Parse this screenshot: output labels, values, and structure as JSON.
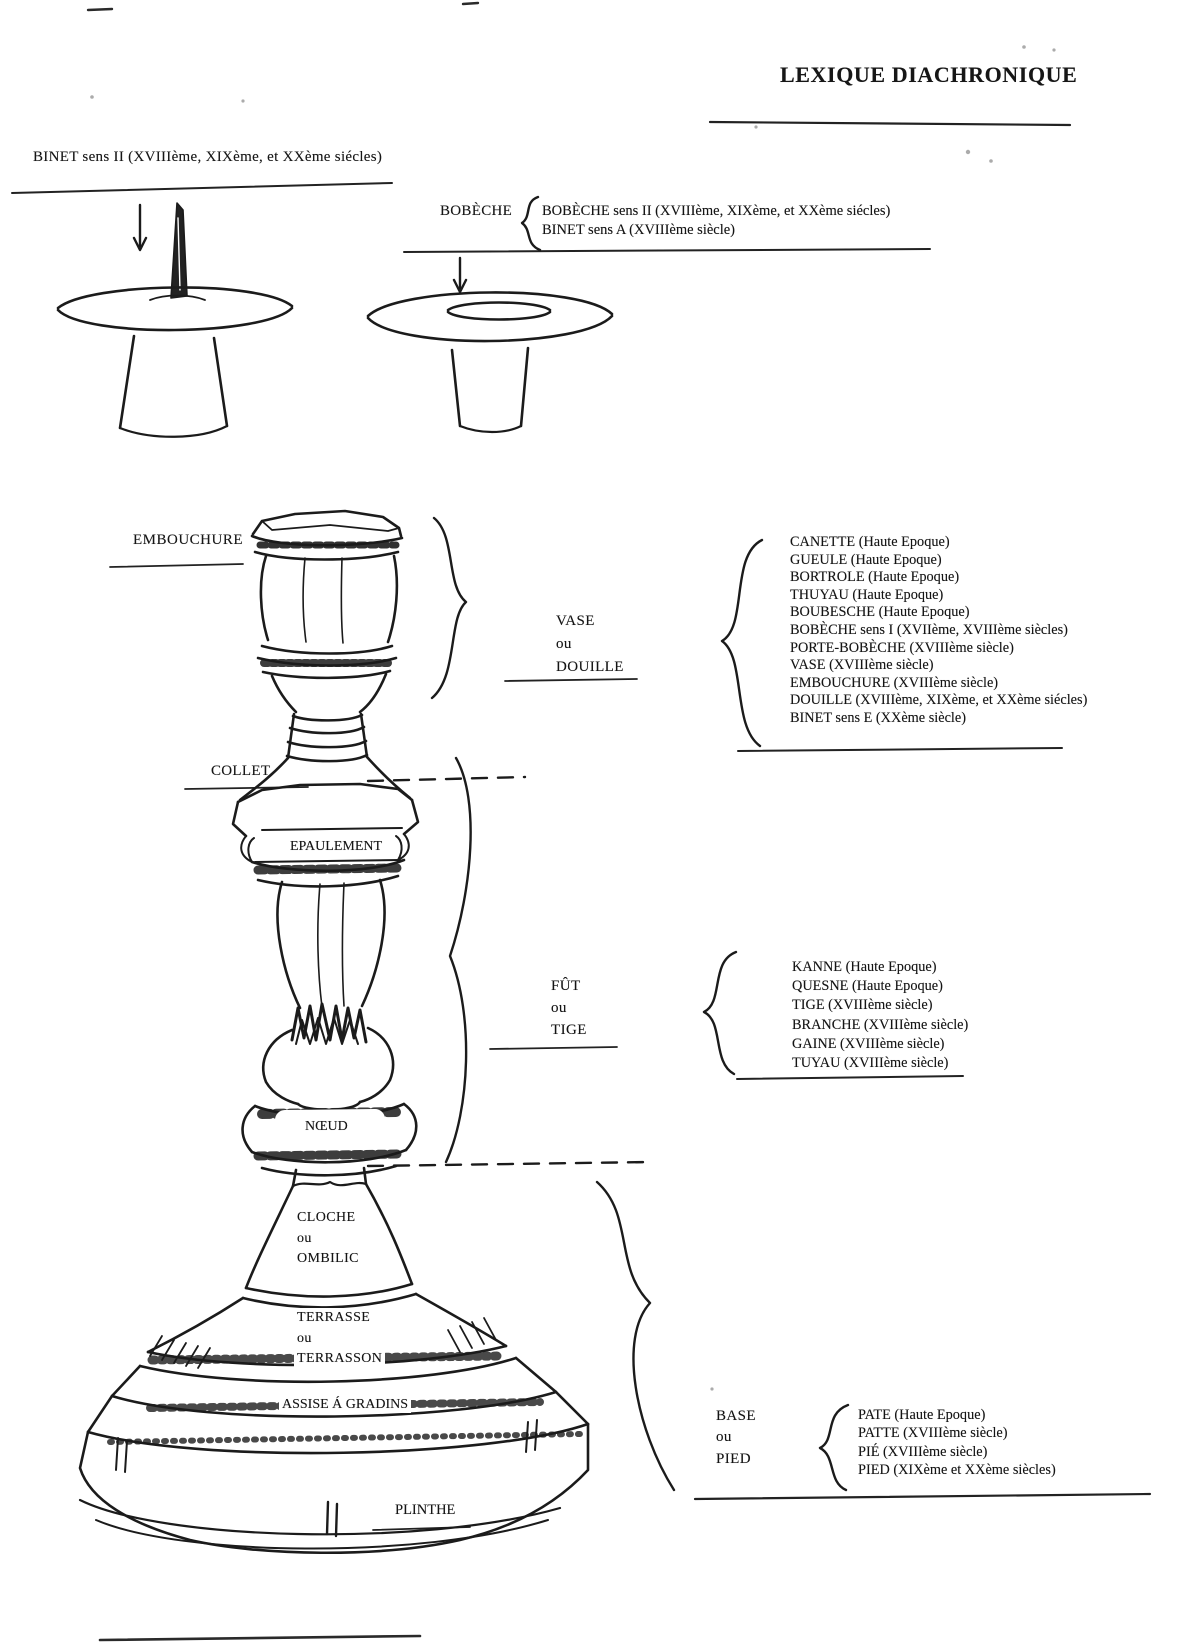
{
  "page": {
    "title": "LEXIQUE DIACHRONIQUE"
  },
  "top_left": {
    "heading": "BINET sens II (XVIIIème, XIXème, et XXème siécles)"
  },
  "bobeche_block": {
    "label": "BOBÈCHE",
    "items": [
      "BOBÈCHE sens II (XVIIIème, XIXème, et XXème siécles)",
      "BINET sens A  (XVIIIème siècle)"
    ]
  },
  "part_labels": {
    "embouchure": "EMBOUCHURE",
    "collet": "COLLET",
    "epaulement": "EPAULEMENT",
    "noeud": "NŒUD",
    "cloche_lines": [
      "CLOCHE",
      "ou",
      "OMBILIC"
    ],
    "terrasse_lines": [
      "TERRASSE",
      "ou",
      "TERRASSON"
    ],
    "assise": "ASSISE Á GRADINS",
    "plinthe": "PLINTHE"
  },
  "vase_section": {
    "label_lines": [
      "VASE",
      "ou",
      "DOUILLE"
    ],
    "synonyms": [
      "CANETTE (Haute Epoque)",
      "GUEULE (Haute Epoque)",
      "BORTROLE (Haute Epoque)",
      "THUYAU (Haute Epoque)",
      "BOUBESCHE (Haute Epoque)",
      "BOBÈCHE sens I (XVIIème, XVIIIème siècles)",
      "PORTE-BOBÈCHE (XVIIIème siècle)",
      "VASE (XVIIIème siècle)",
      "EMBOUCHURE (XVIIIème siècle)",
      "DOUILLE (XVIIIème, XIXème, et XXème siécles)",
      "BINET sens E (XXème siècle)"
    ]
  },
  "fut_section": {
    "label_lines": [
      "FÛT",
      "ou",
      "TIGE"
    ],
    "synonyms": [
      "KANNE (Haute Epoque)",
      "QUESNE (Haute Epoque)",
      "TIGE (XVIIIème siècle)",
      "BRANCHE (XVIIIème siècle)",
      "GAINE (XVIIIème siècle)",
      "TUYAU (XVIIIème siècle)"
    ]
  },
  "base_section": {
    "label_lines": [
      "BASE",
      "ou",
      "PIED"
    ],
    "synonyms": [
      "PATE (Haute Epoque)",
      "PATTE (XVIIIème siècle)",
      "PIÉ (XVIIIème siècle)",
      "PIED (XIXème et XXème siècles)"
    ]
  },
  "ink_color": "#1b1b1b"
}
